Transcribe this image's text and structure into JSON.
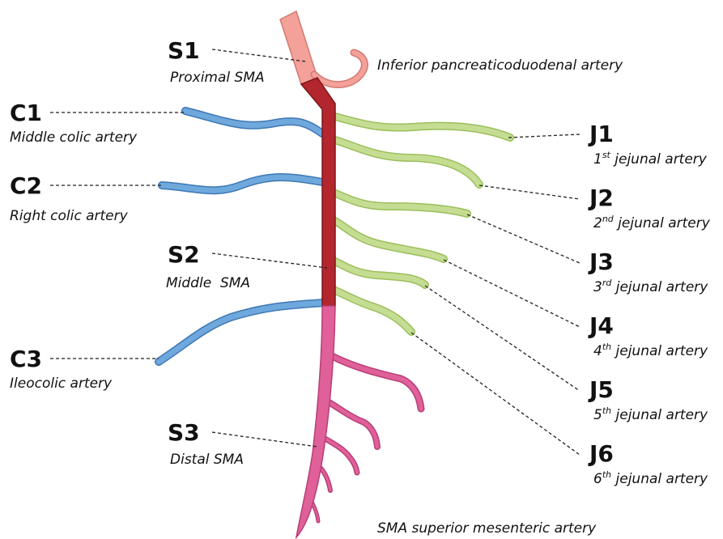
{
  "labels": {
    "S1": {
      "code": "S1",
      "desc": "Proximal SMA"
    },
    "S2": {
      "code": "S2",
      "desc": "Middle  SMA"
    },
    "S3": {
      "code": "S3",
      "desc": "Distal SMA"
    },
    "C1": {
      "code": "C1",
      "desc": "Middle colic artery"
    },
    "C2": {
      "code": "C2",
      "desc": "Right colic artery"
    },
    "C3": {
      "code": "C3",
      "desc": "Ileocolic artery"
    },
    "J1": {
      "code": "J1",
      "num": "1",
      "sup": "st",
      "rest": " jejunal artery"
    },
    "J2": {
      "code": "J2",
      "num": "2",
      "sup": "nd",
      "rest": " jejunal artery"
    },
    "J3": {
      "code": "J3",
      "num": "3",
      "sup": "rd",
      "rest": " jejunal artery"
    },
    "J4": {
      "code": "J4",
      "num": "4",
      "sup": "th",
      "rest": " jejunal artery"
    },
    "J5": {
      "code": "J5",
      "num": "5",
      "sup": "th",
      "rest": " jejunal artery"
    },
    "J6": {
      "code": "J6",
      "num": "6",
      "sup": "th",
      "rest": " jejunal artery"
    }
  },
  "inferior_label": "Inferior pancreaticoduodenal artery",
  "footer": "SMA superior mesenteric artery",
  "colors": {
    "proximal": "#f4a19a",
    "middle": "#b3262d",
    "distal": "#e0609a",
    "colic": "#6fa8dc",
    "jejunal": "#c5dd92",
    "leader": "#222222"
  }
}
